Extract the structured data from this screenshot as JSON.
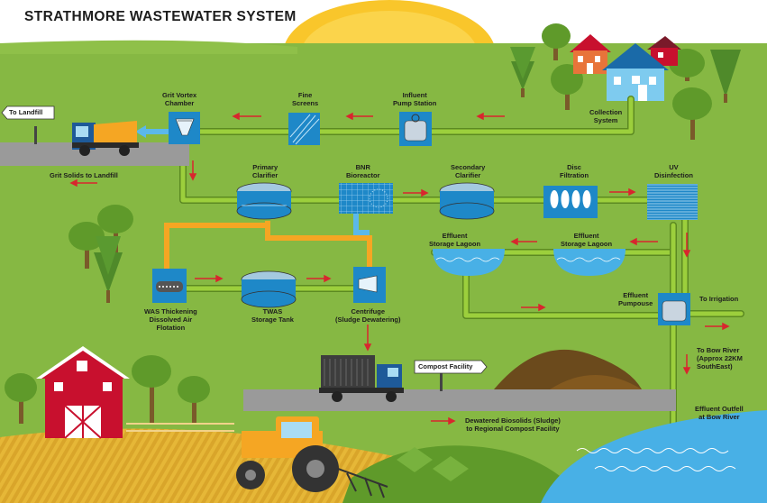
{
  "title": "STRATHMORE WASTEWATER SYSTEM",
  "signs": {
    "landfill": "To Landfill",
    "compost": "Compost Facility"
  },
  "labels": {
    "grit_vortex": [
      "Grit Vortex",
      "Chamber"
    ],
    "fine_screens": [
      "Fine",
      "Screens"
    ],
    "influent_pump": [
      "Influent",
      "Pump Station"
    ],
    "collection": [
      "Collection",
      "System"
    ],
    "grit_solids": "Grit Solids to Landfill",
    "primary_clarifier": [
      "Primary",
      "Clarifier"
    ],
    "bnr": [
      "BNR",
      "Bioreactor"
    ],
    "secondary_clarifier": [
      "Secondary",
      "Clarifier"
    ],
    "disc_filtration": [
      "Disc",
      "Filtration"
    ],
    "uv": [
      "UV",
      "Disinfection"
    ],
    "effluent_lagoon_left": [
      "Effluent",
      "Storage Lagoon"
    ],
    "effluent_lagoon_right": [
      "Effluent",
      "Storage Lagoon"
    ],
    "was_thickening": [
      "WAS Thickening",
      "Dissolved Air",
      "Flotation"
    ],
    "twas": [
      "TWAS",
      "Storage Tank"
    ],
    "centrifuge": [
      "Centrifuge",
      "(Sludge Dewatering)"
    ],
    "effluent_pumphouse": [
      "Effluent",
      "Pumpouse"
    ],
    "to_irrigation": "To Irrigation",
    "to_bow_river": [
      "To Bow River",
      "(Approx 22KM",
      "SouthEast)"
    ],
    "outfall": [
      "Effluent Outfell",
      "at Bow River"
    ],
    "biosolids": [
      "Dewatered Biosolids (Sludge)",
      "to Regional Compost Facility"
    ]
  },
  "colors": {
    "grass": "#86b843",
    "pipe": "#9ccf3c",
    "pipe_outline": "#5c8a22",
    "sludge_pipe": "#f5a623",
    "air_pipe": "#5bb8ea",
    "arrow": "#d8262e",
    "equipment_blue": "#1e88c8",
    "sun": "#f9c62b",
    "road": "#9a9a9a",
    "barn": "#c8102e",
    "river": "#48b0e6"
  }
}
